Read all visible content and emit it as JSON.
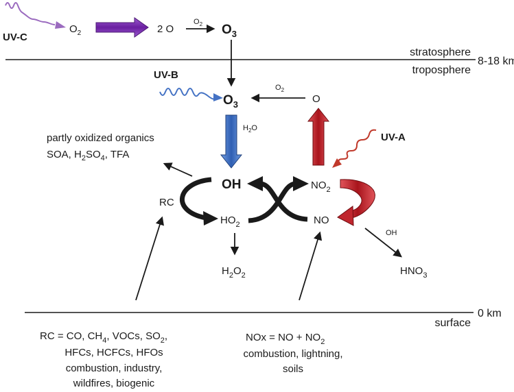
{
  "layers": {
    "stratosphere": "stratosphere",
    "troposphere": "troposphere",
    "tropopause_altitude": "8-18 km",
    "surface": "surface",
    "surface_altitude": "0 km"
  },
  "radiation": {
    "uvc": "UV-C",
    "uvb": "UV-B",
    "uva": "UV-A"
  },
  "stratosphere_reaction": {
    "o2_base": "O",
    "o2_sub": "2",
    "two_o": "2 O",
    "catalyst_base": "O",
    "catalyst_sub": "2",
    "o3_base": "O",
    "o3_sub": "3"
  },
  "troposphere_species": {
    "o3_base": "O",
    "o3_sub": "3",
    "o_atom": "O",
    "o2_base": "O",
    "o2_sub": "2",
    "h2o_a": "H",
    "h2o_sub": "2",
    "h2o_b": "O",
    "oh": "OH",
    "ho2_base": "HO",
    "ho2_sub": "2",
    "no2_base": "NO",
    "no2_sub": "2",
    "no": "NO",
    "rc": "RC",
    "h2o2_a": "H",
    "h2o2_sub1": "2",
    "h2o2_b": "O",
    "h2o2_sub2": "2",
    "oh_small": "OH",
    "hno3_a": "HNO",
    "hno3_sub": "3"
  },
  "products": {
    "line1": "partly oxidized organics",
    "line2_a": "SOA, H",
    "line2_sub1": "2",
    "line2_b": "SO",
    "line2_sub2": "4",
    "line2_c": ", TFA"
  },
  "sources_rc": {
    "line1_a": "RC = CO, CH",
    "line1_sub1": "4",
    "line1_b": ", VOCs, SO",
    "line1_sub2": "2",
    "line1_c": ",",
    "line2": "HFCs, HCFCs, HFOs",
    "line3": "combustion, industry,",
    "line4": "wildfires, biogenic"
  },
  "sources_nox": {
    "line1_a": "NOx = NO + NO",
    "line1_sub": "2",
    "line2": "combustion, lightning,",
    "line3": "soils"
  },
  "colors": {
    "uvc": "#9b6bbf",
    "uvb": "#4472c4",
    "uva": "#c0392b",
    "purple_arrow": "#7030a0",
    "blue_arrow": "#4472c4",
    "red_arrow": "#c0262e",
    "black": "#1a1a1a"
  }
}
